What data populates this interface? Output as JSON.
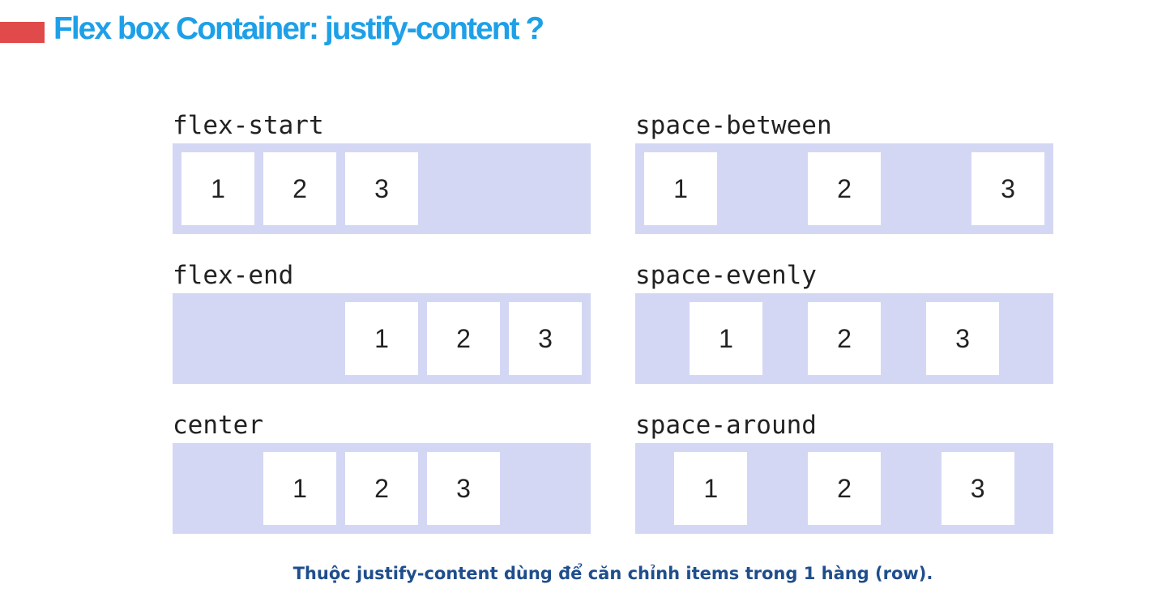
{
  "header": {
    "title": "Flex box Container: justify-content ?"
  },
  "demos": [
    {
      "label": "flex-start",
      "items": [
        "1",
        "2",
        "3"
      ]
    },
    {
      "label": "space-between",
      "items": [
        "1",
        "2",
        "3"
      ]
    },
    {
      "label": "flex-end",
      "items": [
        "1",
        "2",
        "3"
      ]
    },
    {
      "label": "space-evenly",
      "items": [
        "1",
        "2",
        "3"
      ]
    },
    {
      "label": "center",
      "items": [
        "1",
        "2",
        "3"
      ]
    },
    {
      "label": "space-around",
      "items": [
        "1",
        "2",
        "3"
      ]
    }
  ],
  "caption": "Thuộc justify-content dùng để căn chỉnh items trong 1 hàng (row).",
  "colors": {
    "title": "#1ea0e8",
    "accent": "#e04a4a",
    "container": "#d4d7f4",
    "item": "#ffffff",
    "caption": "#1f4e8c"
  }
}
